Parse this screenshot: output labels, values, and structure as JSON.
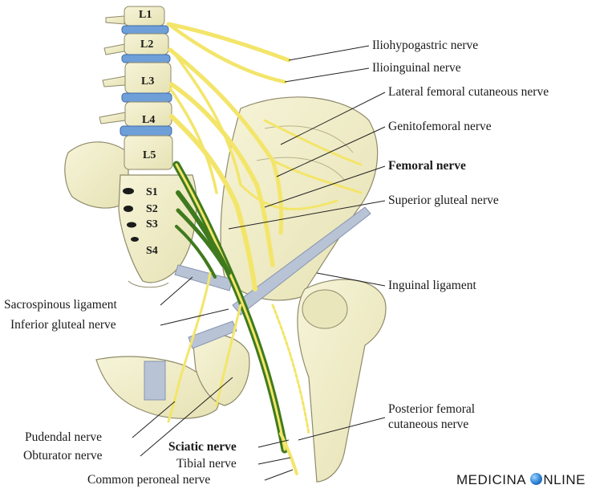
{
  "vertebrae": [
    "L1",
    "L2",
    "L3",
    "L4",
    "L5",
    "S1",
    "S2",
    "S3",
    "S4"
  ],
  "labels_right": {
    "iliohypogastric": "Iliohypogastric nerve",
    "ilioinguinal": "Ilioinguinal nerve",
    "lateral_femoral_cutaneous": "Lateral femoral cutaneous nerve",
    "genitofemoral": "Genitofemoral nerve",
    "femoral": "Femoral nerve",
    "superior_gluteal": "Superior gluteal nerve",
    "inguinal_ligament": "Inguinal ligament",
    "posterior_femoral_line1": "Posterior femoral",
    "posterior_femoral_line2": "cutaneous nerve"
  },
  "labels_left": {
    "sacrospinous": "Sacrospinous ligament",
    "inferior_gluteal": "Inferior gluteal nerve",
    "pudendal": "Pudendal nerve",
    "obturator": "Obturator nerve",
    "sciatic": "Sciatic nerve",
    "tibial": "Tibial nerve",
    "common_peroneal": "Common peroneal nerve"
  },
  "watermark": {
    "part1": "MEDICINA ",
    "part2": "NLINE"
  },
  "colors": {
    "bone": "#f1efc9",
    "bone_edge": "#8f8a6a",
    "disc": "#6f9fd8",
    "nerve_yellow": "#f3e56a",
    "nerve_green": "#3f7a1e",
    "ligament": "#b9c3d6"
  }
}
